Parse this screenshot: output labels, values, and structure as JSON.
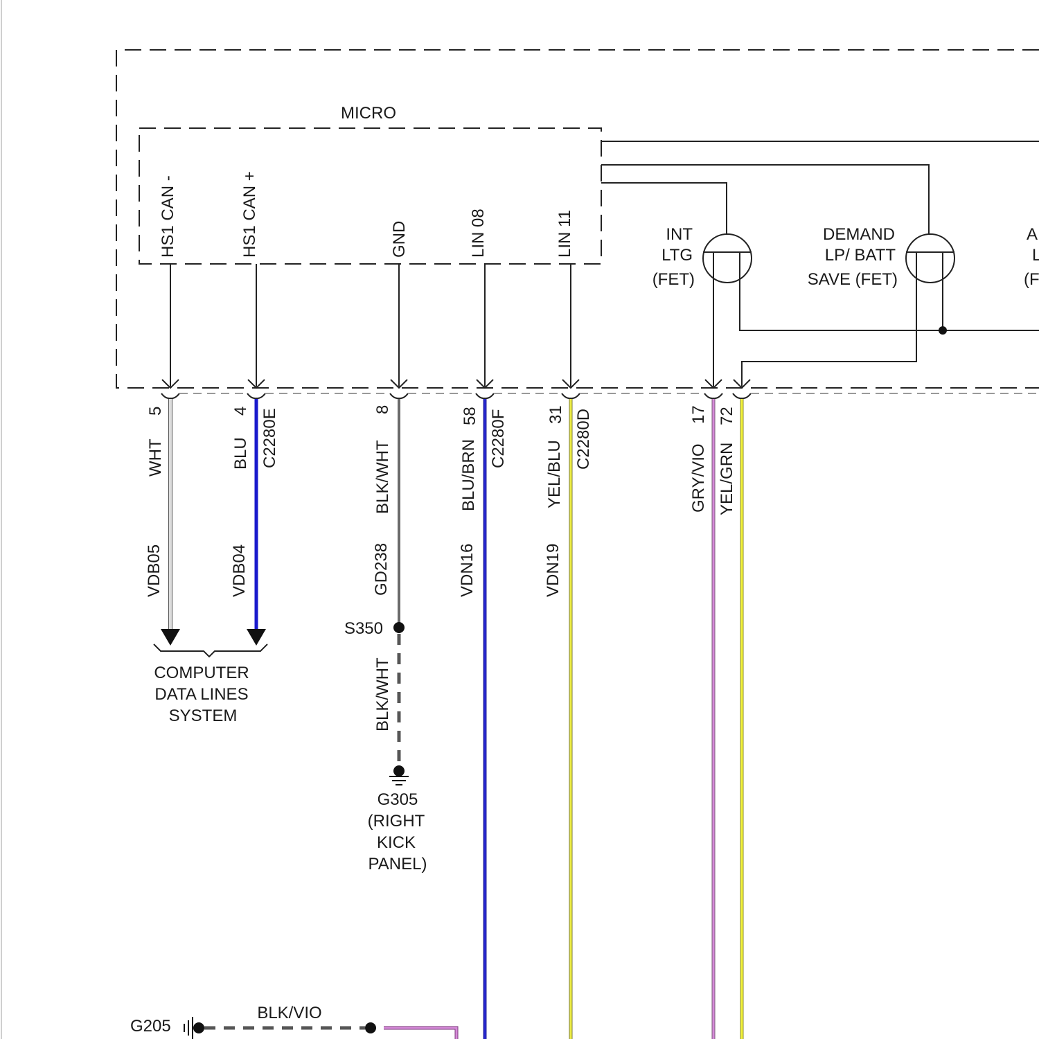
{
  "micro_label": "MICRO",
  "pins": [
    {
      "name": "HS1 CAN -",
      "pin": "5",
      "wire_color": "WHT",
      "circuit": "VDB05",
      "connector": "",
      "hex": "#d9d9d9"
    },
    {
      "name": "HS1 CAN +",
      "pin": "4",
      "wire_color": "BLU",
      "circuit": "VDB04",
      "connector": "C2280E",
      "hex": "#1a1acc"
    },
    {
      "name": "GND",
      "pin": "8",
      "wire_color": "BLK/WHT",
      "circuit": "GD238",
      "connector": "",
      "hex": "#6b6b6b"
    },
    {
      "name": "LIN 08",
      "pin": "58",
      "wire_color": "BLU/BRN",
      "circuit": "VDN16",
      "connector": "C2280F",
      "hex": "#1a1acc"
    },
    {
      "name": "LIN 11",
      "pin": "31",
      "wire_color": "YEL/BLU",
      "circuit": "VDN19",
      "connector": "C2280D",
      "hex": "#e8e84a"
    }
  ],
  "fet_outputs": [
    {
      "pin": "17",
      "wire_color": "GRY/VIO",
      "hex": "#d58ad8"
    },
    {
      "pin": "72",
      "wire_color": "YEL/GRN",
      "hex": "#f2f23a"
    }
  ],
  "fets": [
    {
      "lines": [
        "INT",
        "LTG",
        "(FET)"
      ]
    },
    {
      "lines": [
        "DEMAND",
        "LP/ BATT",
        "SAVE (FET)"
      ]
    },
    {
      "lines": [
        "A",
        "L",
        "(F"
      ]
    }
  ],
  "data_lines": {
    "lines": [
      "COMPUTER",
      "DATA LINES",
      "SYSTEM"
    ]
  },
  "splice": {
    "id": "S350",
    "wire_color": "BLK/WHT"
  },
  "ground_g305": {
    "lines": [
      "G305",
      "(RIGHT",
      "KICK",
      "PANEL)"
    ]
  },
  "ground_g205": {
    "id": "G205",
    "wire_color": "BLK/VIO"
  }
}
